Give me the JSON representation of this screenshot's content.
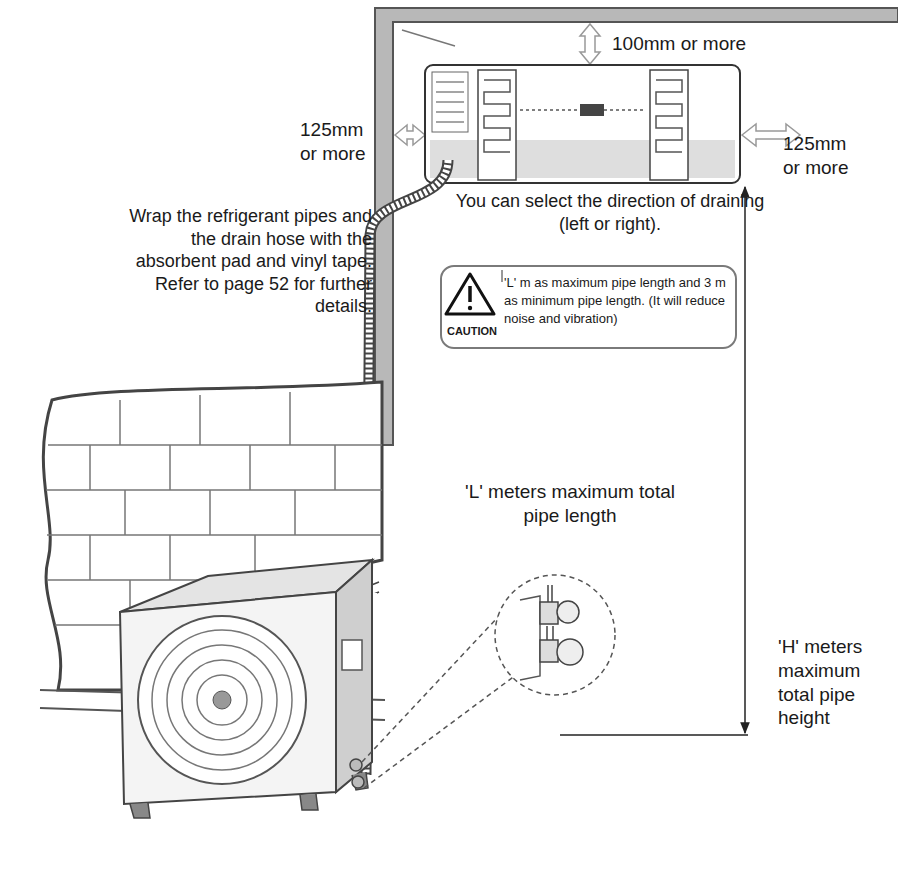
{
  "diagram": {
    "nodes": [
      {
        "text": [
          "CAUTION",
          "'L' m as maximum pipe length and 3 m as minimum pipe length. (It will reduce noise and vibration)"
        ]
      }
    ],
    "edges": [],
    "labels": [
      "100mm or more",
      "125mm or more",
      "125mm or more",
      "Wrap the refrigerant pipes and the drain hose with the absorbent pad and vinyl tape. Refer to page 52 for further details.",
      "You can select the direction of draining (left or right).",
      "'L' meters maximum total pipe length",
      "'H' meters maximum total pipe height"
    ]
  }
}
